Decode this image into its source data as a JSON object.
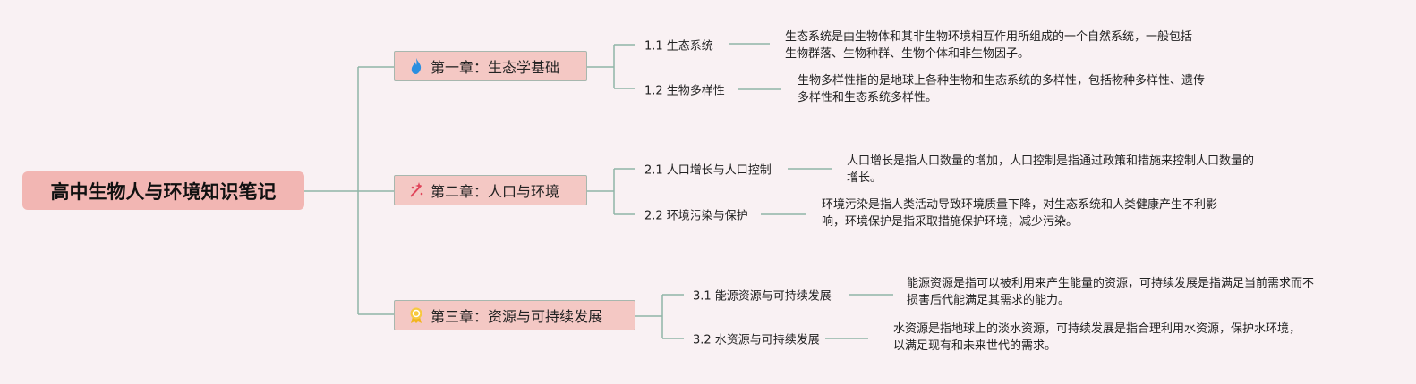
{
  "root": {
    "title": "高中生物人与环境知识笔记"
  },
  "colors": {
    "background": "#f9f1f3",
    "root_fill": "#f2b6b3",
    "chapter_fill": "#f4c8c4",
    "line": "#8fb5a8"
  },
  "chapters": [
    {
      "icon": "flame-icon",
      "title": "第一章：生态学基础",
      "topics": [
        {
          "label": "1.1 生态系统",
          "desc": [
            "生态系统是由生物体和其非生物环境相互作用所组成的一个自然系统，一般包括",
            "生物群落、生物种群、生物个体和非生物因子。"
          ]
        },
        {
          "label": "1.2 生物多样性",
          "desc": [
            "生物多样性指的是地球上各种生物和生态系统的多样性，包括物种多样性、遗传",
            "多样性和生态系统多样性。"
          ]
        }
      ]
    },
    {
      "icon": "sparkle-wand-icon",
      "title": "第二章：人口与环境",
      "topics": [
        {
          "label": "2.1 人口增长与人口控制",
          "desc": [
            "人口增长是指人口数量的增加，人口控制是指通过政策和措施来控制人口数量的",
            "增长。"
          ]
        },
        {
          "label": "2.2 环境污染与保护",
          "desc": [
            "环境污染是指人类活动导致环境质量下降，对生态系统和人类健康产生不利影",
            "响，环境保护是指采取措施保护环境，减少污染。"
          ]
        }
      ]
    },
    {
      "icon": "medal-icon",
      "title": "第三章：资源与可持续发展",
      "topics": [
        {
          "label": "3.1 能源资源与可持续发展",
          "desc": [
            "能源资源是指可以被利用来产生能量的资源，可持续发展是指满足当前需求而不",
            "损害后代能满足其需求的能力。"
          ]
        },
        {
          "label": "3.2 水资源与可持续发展",
          "desc": [
            "水资源是指地球上的淡水资源，可持续发展是指合理利用水资源，保护水环境，",
            "以满足现有和未来世代的需求。"
          ]
        }
      ]
    }
  ]
}
